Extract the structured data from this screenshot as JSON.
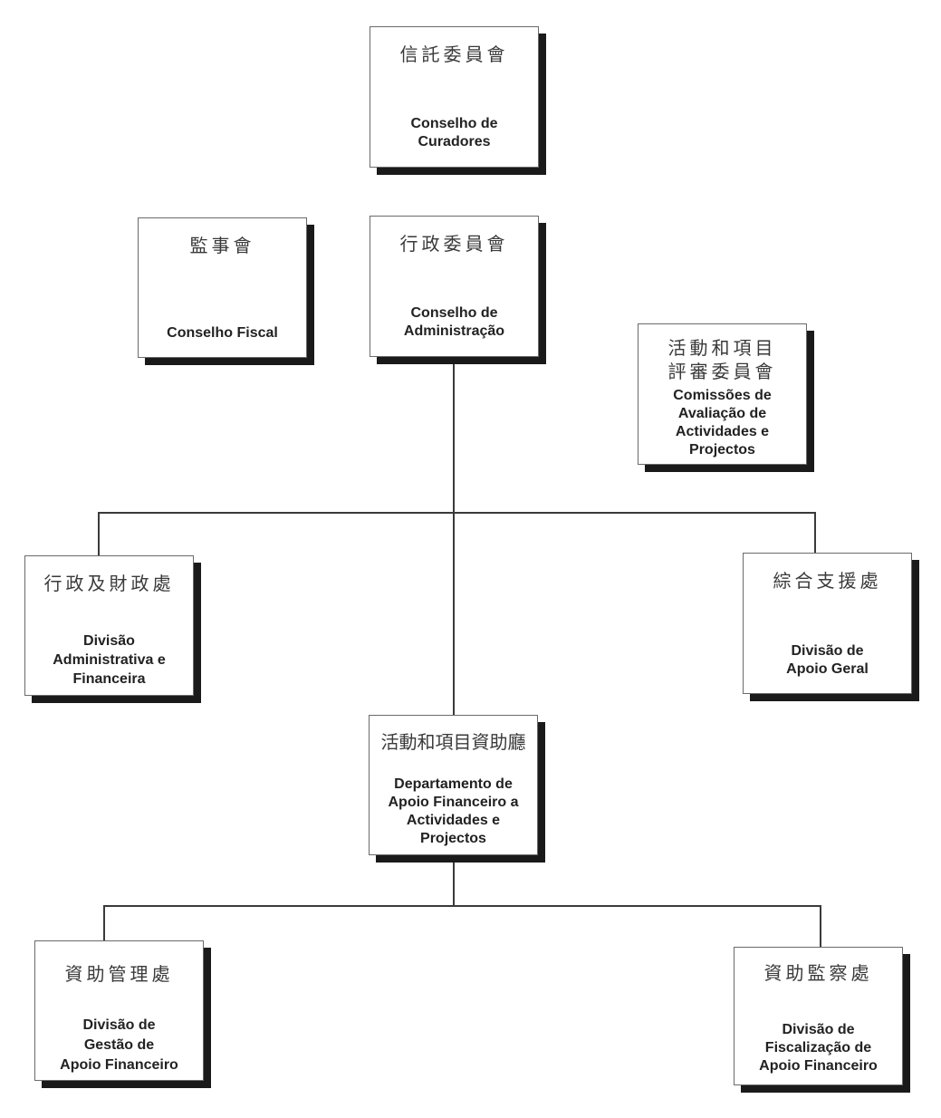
{
  "diagram": {
    "type": "org-chart",
    "nodes": {
      "curadores": {
        "zh": "信託委員會",
        "pt": "Conselho de\nCuradores"
      },
      "fiscal": {
        "zh": "監事會",
        "pt": "Conselho Fiscal"
      },
      "administracao": {
        "zh": "行政委員會",
        "pt": "Conselho de\nAdministração"
      },
      "comissoes": {
        "zh": "活動和項目\n評審委員會",
        "pt": "Comissões de\nAvaliação de\nActividades e\nProjectos"
      },
      "div_admin_fin": {
        "zh": "行政及財政處",
        "pt": "Divisão\nAdministrativa e\nFinanceira"
      },
      "div_apoio_geral": {
        "zh": "綜合支援處",
        "pt": "Divisão de\nApoio Geral"
      },
      "departamento": {
        "zh": "活動和項目資助廳",
        "pt": "Departamento de\nApoio Financeiro a\nActividades e\nProjectos"
      },
      "div_gestao": {
        "zh": "資助管理處",
        "pt": "Divisão de\nGestão de\nApoio Financeiro"
      },
      "div_fiscalizacao": {
        "zh": "資助監察處",
        "pt": "Divisão de\nFiscalização de\nApoio Financeiro"
      }
    },
    "edges": [
      [
        "administracao",
        "div_admin_fin"
      ],
      [
        "administracao",
        "div_apoio_geral"
      ],
      [
        "administracao",
        "departamento"
      ],
      [
        "departamento",
        "div_gestao"
      ],
      [
        "departamento",
        "div_fiscalizacao"
      ]
    ]
  }
}
